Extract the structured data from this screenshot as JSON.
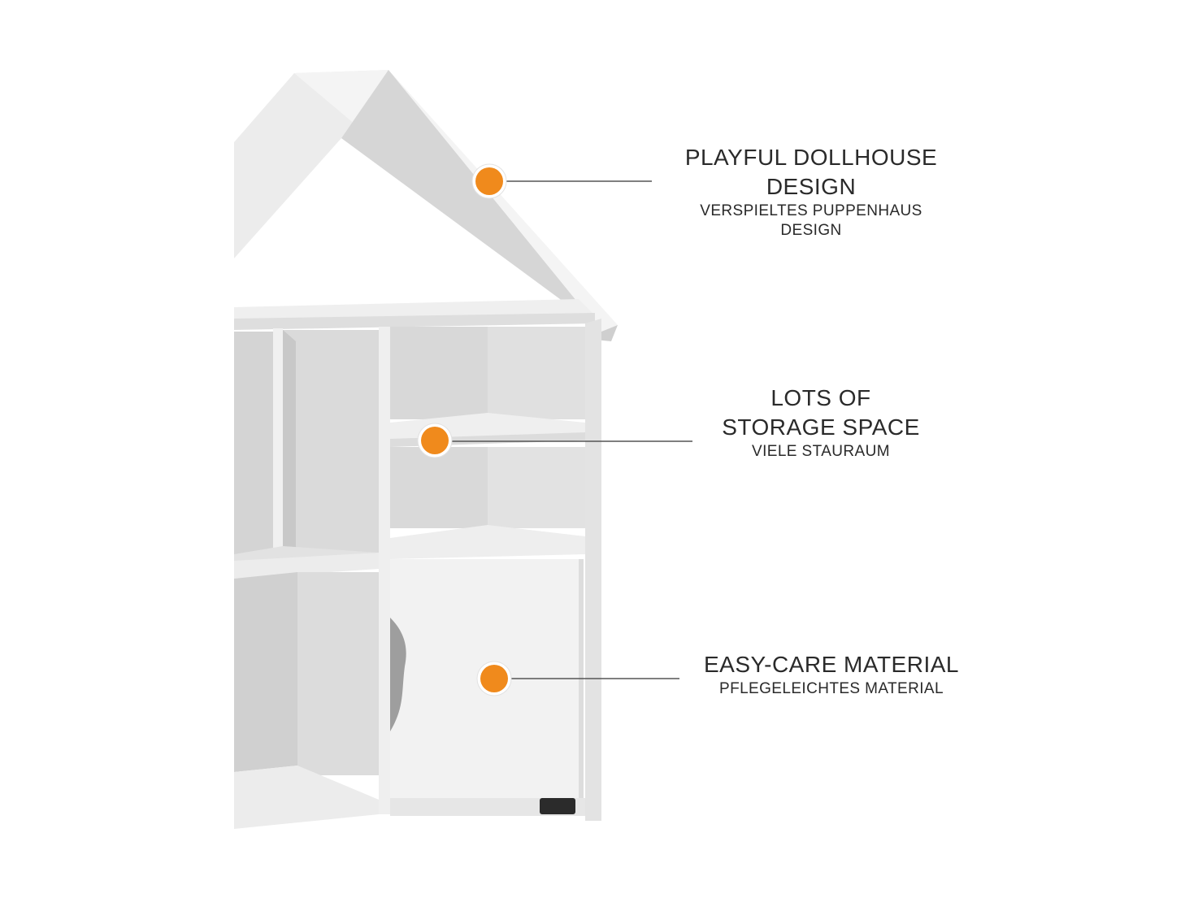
{
  "colors": {
    "marker_fill": "#f08a1c",
    "marker_ring": "#ffffff",
    "leader_line": "#555555",
    "shelf_light": "#ebebeb",
    "shelf_mid": "#d9d9d9",
    "shelf_dark": "#c4c4c4",
    "foot": "#2b2b2b"
  },
  "product": {
    "icon": "dollhouse-shelf-illustration"
  },
  "callouts": [
    {
      "title_en_line1": "PLAYFUL DOLLHOUSE",
      "title_en_line2": "DESIGN",
      "subtitle_de_line1": "VERSPIELTES PUPPENHAUS",
      "subtitle_de_line2": "DESIGN"
    },
    {
      "title_en_line1": "LOTS OF",
      "title_en_line2": "STORAGE SPACE",
      "subtitle_de_line1": "VIELE STAURAUM"
    },
    {
      "title_en_line1": "EASY-CARE MATERIAL",
      "subtitle_de_line1": "PFLEGELEICHTES MATERIAL"
    }
  ]
}
